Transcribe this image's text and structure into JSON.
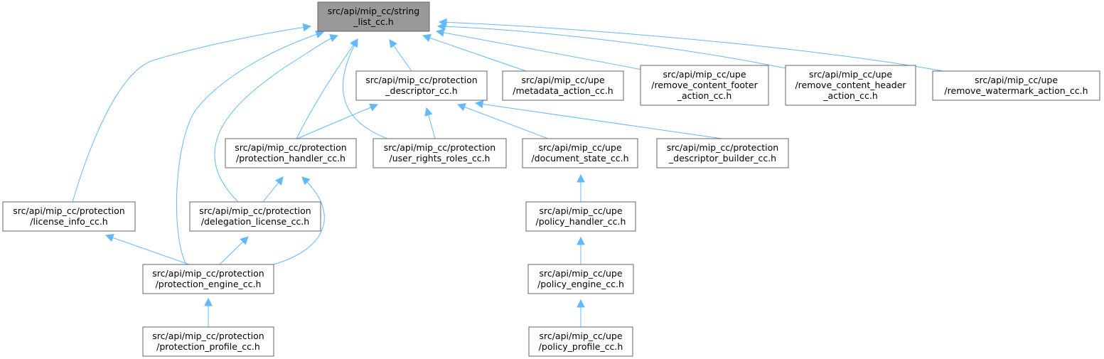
{
  "graph": {
    "nodes": [
      {
        "id": "string_list",
        "lines": [
          "src/api/mip_cc/string",
          "_list_cc.h"
        ],
        "focus": true
      },
      {
        "id": "protection_descriptor",
        "lines": [
          "src/api/mip_cc/protection",
          "_descriptor_cc.h"
        ]
      },
      {
        "id": "metadata_action",
        "lines": [
          "src/api/mip_cc/upe",
          "/metadata_action_cc.h"
        ]
      },
      {
        "id": "remove_content_footer",
        "lines": [
          "src/api/mip_cc/upe",
          "/remove_content_footer",
          "_action_cc.h"
        ]
      },
      {
        "id": "remove_content_header",
        "lines": [
          "src/api/mip_cc/upe",
          "/remove_content_header",
          "_action_cc.h"
        ]
      },
      {
        "id": "remove_watermark",
        "lines": [
          "src/api/mip_cc/upe",
          "/remove_watermark_action_cc.h"
        ]
      },
      {
        "id": "protection_handler",
        "lines": [
          "src/api/mip_cc/protection",
          "/protection_handler_cc.h"
        ]
      },
      {
        "id": "user_rights_roles",
        "lines": [
          "src/api/mip_cc/protection",
          "/user_rights_roles_cc.h"
        ]
      },
      {
        "id": "document_state",
        "lines": [
          "src/api/mip_cc/upe",
          "/document_state_cc.h"
        ]
      },
      {
        "id": "descriptor_builder",
        "lines": [
          "src/api/mip_cc/protection",
          "_descriptor_builder_cc.h"
        ]
      },
      {
        "id": "license_info",
        "lines": [
          "src/api/mip_cc/protection",
          "/license_info_cc.h"
        ]
      },
      {
        "id": "delegation_license",
        "lines": [
          "src/api/mip_cc/protection",
          "/delegation_license_cc.h"
        ]
      },
      {
        "id": "policy_handler",
        "lines": [
          "src/api/mip_cc/upe",
          "/policy_handler_cc.h"
        ]
      },
      {
        "id": "protection_engine",
        "lines": [
          "src/api/mip_cc/protection",
          "/protection_engine_cc.h"
        ]
      },
      {
        "id": "policy_engine",
        "lines": [
          "src/api/mip_cc/upe",
          "/policy_engine_cc.h"
        ]
      },
      {
        "id": "protection_profile",
        "lines": [
          "src/api/mip_cc/protection",
          "/protection_profile_cc.h"
        ]
      },
      {
        "id": "policy_profile",
        "lines": [
          "src/api/mip_cc/upe",
          "/policy_profile_cc.h"
        ]
      }
    ],
    "edges": [
      {
        "from": "protection_descriptor",
        "to": "string_list"
      },
      {
        "from": "metadata_action",
        "to": "string_list"
      },
      {
        "from": "remove_content_footer",
        "to": "string_list"
      },
      {
        "from": "remove_content_header",
        "to": "string_list"
      },
      {
        "from": "remove_watermark",
        "to": "string_list"
      },
      {
        "from": "protection_handler",
        "to": "string_list"
      },
      {
        "from": "user_rights_roles",
        "to": "string_list"
      },
      {
        "from": "license_info",
        "to": "string_list"
      },
      {
        "from": "delegation_license",
        "to": "string_list"
      },
      {
        "from": "protection_engine",
        "to": "string_list"
      },
      {
        "from": "protection_handler",
        "to": "protection_descriptor"
      },
      {
        "from": "user_rights_roles",
        "to": "protection_descriptor"
      },
      {
        "from": "document_state",
        "to": "protection_descriptor"
      },
      {
        "from": "descriptor_builder",
        "to": "protection_descriptor"
      },
      {
        "from": "delegation_license",
        "to": "protection_handler"
      },
      {
        "from": "protection_engine",
        "to": "protection_handler"
      },
      {
        "from": "protection_engine",
        "to": "license_info"
      },
      {
        "from": "protection_engine",
        "to": "delegation_license"
      },
      {
        "from": "protection_profile",
        "to": "protection_engine"
      },
      {
        "from": "policy_handler",
        "to": "document_state"
      },
      {
        "from": "policy_engine",
        "to": "policy_handler"
      },
      {
        "from": "policy_profile",
        "to": "policy_engine"
      }
    ]
  },
  "colors": {
    "edge": "#63b8ff",
    "focus_fill": "#999999",
    "node_border": "#666666"
  }
}
